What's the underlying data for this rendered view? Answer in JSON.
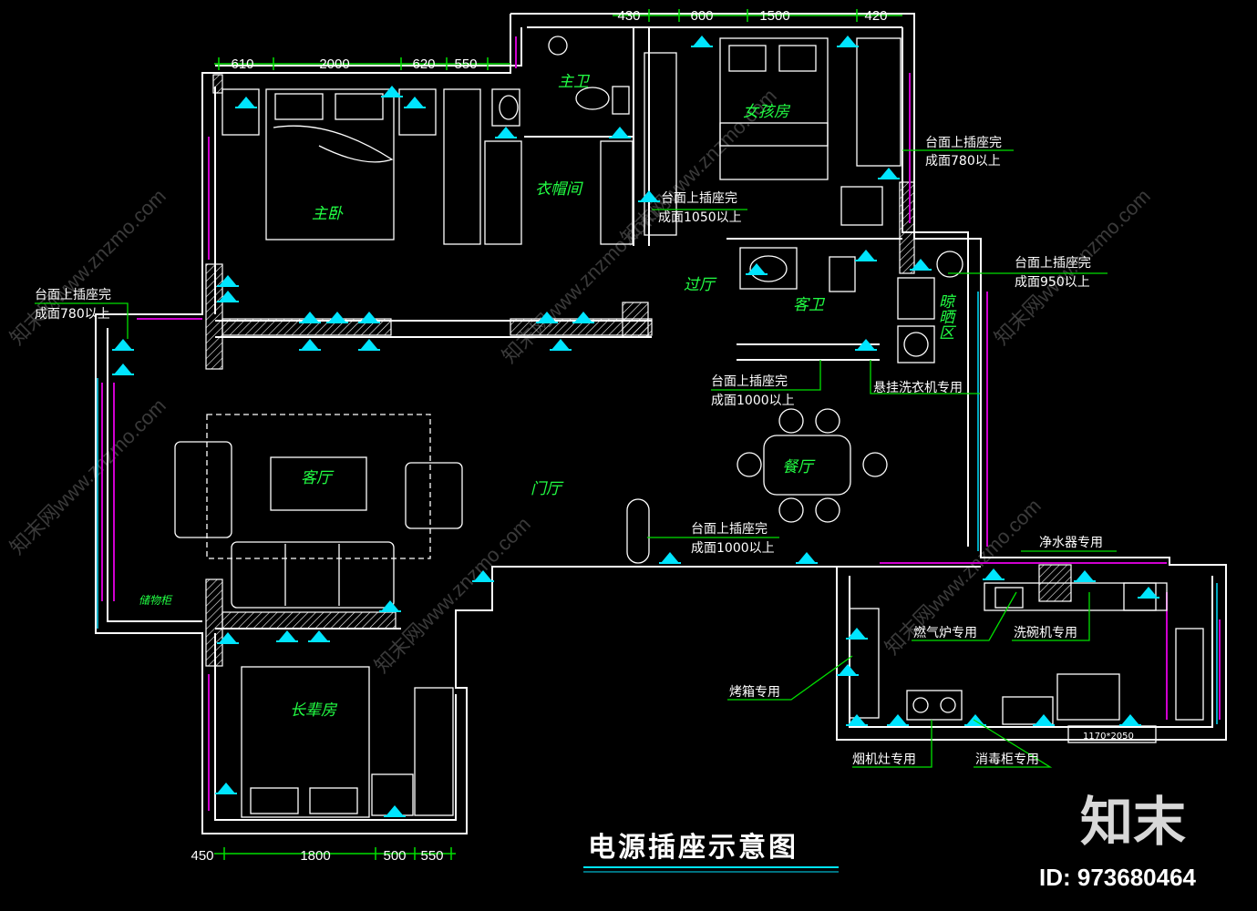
{
  "title": "电源插座示意图",
  "logo_text": "知末",
  "id_text": "ID: 973680464",
  "watermark": "知末网www.znzmo.com",
  "colors": {
    "background": "#000000",
    "wall": "#ffffff",
    "dimension": "#00e000",
    "window": "#d000d0",
    "socket": "#00e5ff",
    "room_label": "#22ff44"
  },
  "dimensions": {
    "top_right": [
      "430",
      "600",
      "1500",
      "420"
    ],
    "top_left": [
      "610",
      "2000",
      "620",
      "550"
    ],
    "bottom": [
      "450",
      "1800",
      "500",
      "550"
    ]
  },
  "rooms": {
    "master_bedroom": "主卧",
    "master_bath": "主卫",
    "cloakroom": "衣帽间",
    "daughter_room": "女孩房",
    "corridor": "过厅",
    "guest_bath": "客卫",
    "drying_area": "晾晒区",
    "living_room": "客厅",
    "foyer": "门厅",
    "dining_room": "餐厅",
    "elder_room": "长辈房",
    "storage": "储物柜"
  },
  "notes": {
    "n1_a": "台面上插座完",
    "n1_b": "成面780以上",
    "n2_a": "台面上插座完",
    "n2_b": "成面1050以上",
    "n3_a": "台面上插座完",
    "n3_b": "成面950以上",
    "n4_a": "台面上插座完",
    "n4_b": "成面780以上",
    "n5_a": "台面上插座完",
    "n5_b": "成面1000以上",
    "n6": "悬挂洗衣机专用",
    "n7_a": "台面上插座完",
    "n7_b": "成面1000以上",
    "water_purifier": "净水器专用",
    "gas_stove": "燃气炉专用",
    "dishwasher": "洗碗机专用",
    "oven": "烤箱专用",
    "range_hood": "烟机灶专用",
    "sterilizer": "消毒柜专用",
    "cabinet_size": "1170*2050"
  },
  "icons": [
    "socket-icon",
    "toilet-icon",
    "washbasin-icon",
    "shower-icon",
    "bed-icon",
    "sofa-icon",
    "dining-table-icon",
    "washing-machine-icon",
    "stove-icon"
  ]
}
